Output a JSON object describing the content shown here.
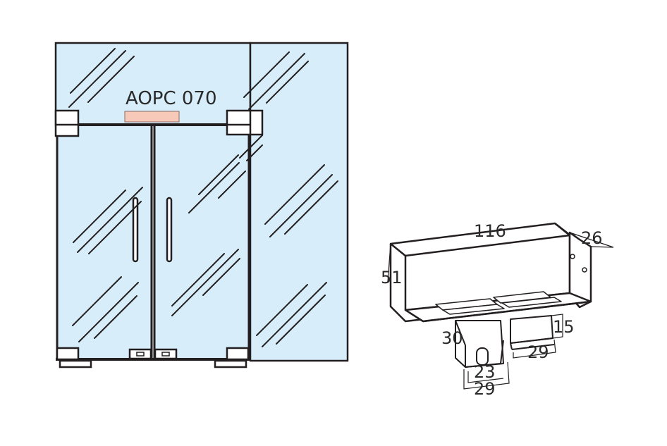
{
  "product_label": "AOPC 070",
  "dimensions": {
    "length": "116",
    "depth": "26",
    "height": "51",
    "bracket_height": "30",
    "bracket_inner_width": "23",
    "bracket_outer_width": "29",
    "side_plate_height": "15",
    "side_plate_width": "29"
  },
  "colors": {
    "glass": "#d7eefa",
    "line": "#231f20",
    "fitting_pad": "#f6c9b8"
  }
}
